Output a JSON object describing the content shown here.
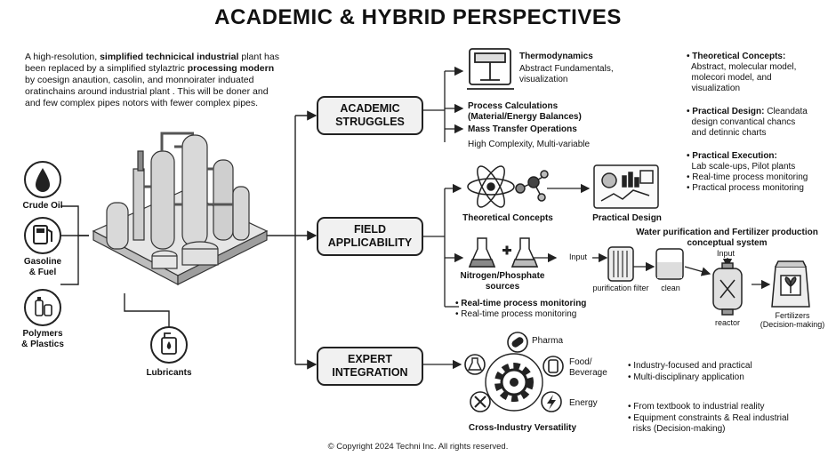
{
  "title": "ACADEMIC & HYBRID PERSPECTIVES",
  "intro": {
    "p1": "A high-resolution,",
    "b1": "simplified technicical industrial",
    "p2": "plant has been replaced by a simplified stylaztric",
    "b2": "processing modern",
    "p3": "by coesign anaution, casolin, and monnoirater induated oratinchains around industrial plant . This will be doner and and few complex pipes notors with fewer complex pipes."
  },
  "inputs": {
    "crude_oil": "Crude Oil",
    "gasoline": "Gasoline\n& Fuel",
    "polymers": "Polymers\n& Plastics",
    "lubricants": "Lubricants"
  },
  "hubs": {
    "academic": "ACADEMIC\nSTRUGGLES",
    "field": "FIELD\nAPPLICABILITY",
    "expert": "EXPERT\nINTEGRATION"
  },
  "academic": {
    "thermo_title": "Thermodynamics",
    "thermo_desc": "Abstract Fundamentals,\nvisualization",
    "process_calc": "Process Calculations\n(Material/Energy Balances)",
    "mass_transfer": "Mass Transfer Operations",
    "complexity": "High Complexity, Multi-variable"
  },
  "field": {
    "theoretical": "Theoretical Concepts",
    "practical": "Practical Design",
    "water_title": "Water purification and Fertilizer production\nconceptual system",
    "nitrogen": "Nitrogen/Phosphate\nsources",
    "input1": "Input",
    "input2": "Input",
    "filter": "purification filter",
    "clean": "clean",
    "reactor": "reactor",
    "fertilizers": "Fertilizers\n(Decision-making)",
    "rt1": "• Real-time process monitoring",
    "rt2": "• Real-time process monitoring"
  },
  "expert": {
    "pharma": "Pharma",
    "food": "Food/\nBeverage",
    "energy": "Energy",
    "versatility": "Cross-Industry Versatility",
    "b1": "• Industry-focused and practical",
    "b2": "• Multi-disciplinary application",
    "b3": "• From textbook to industrial reality",
    "b4": "• Equipment constraints & Real industrial\n  risks (Decision-making)"
  },
  "right": {
    "c1_title": "• Theoretical Concepts:",
    "c1_desc": "  Abstract, molecular model,\n  molecori model, and\n  visualization",
    "c2_title": "• Practical Design:",
    "c2_desc": " Cleandata\n  design convantical chancs\n  and detinnic charts",
    "c3_title": "• Practical Execution:",
    "c3_desc": "  Lab scale-ups, Pilot plants",
    "c3_b1": "• Real-time process monitoring",
    "c3_b2": "• Practical  process monitoring"
  },
  "footer": "© Copyright 2024 Techni Inc. All rights reserved.",
  "colors": {
    "ink": "#222222",
    "hub_fill": "#f1f1f1",
    "accent": "#dddddd"
  }
}
